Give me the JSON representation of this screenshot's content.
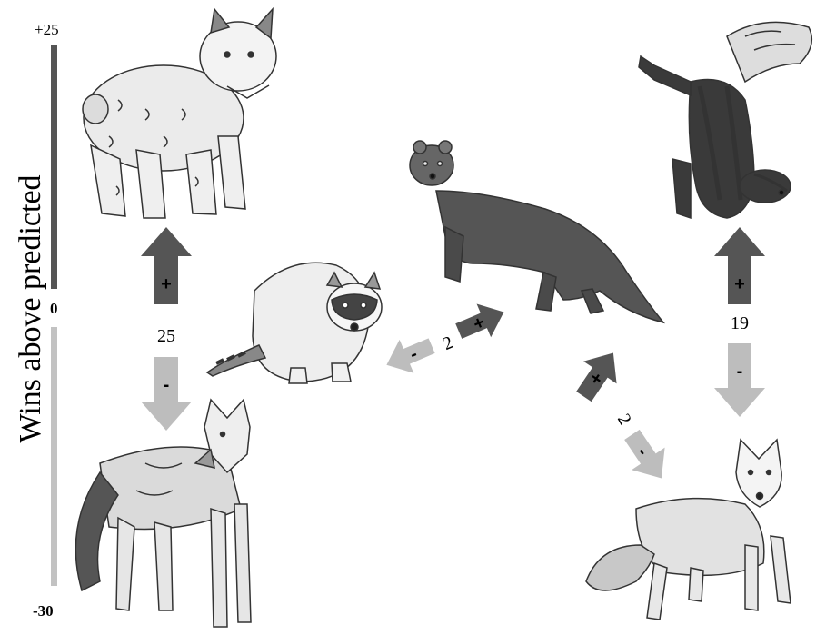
{
  "scale": {
    "axis_label": "Wins above predicted",
    "top_label": "+25",
    "mid_label": "0",
    "bottom_label": "-30",
    "colors": {
      "positive_bar": "#555555",
      "negative_bar": "#c2c2c2"
    }
  },
  "arrows": {
    "positive_color": "#555555",
    "negative_color": "#bdbdbd",
    "positive_symbol": "+",
    "negative_symbol": "-"
  },
  "interactions": {
    "bobcat_coyote": {
      "count": "25"
    },
    "fisher_raccoon": {
      "count": "2"
    },
    "fisher_grayfox": {
      "count": "2"
    },
    "skunk_grayfox": {
      "count": "19"
    }
  },
  "animals": [
    {
      "icon": "bobcat-icon"
    },
    {
      "icon": "coyote-icon"
    },
    {
      "icon": "raccoon-icon"
    },
    {
      "icon": "fisher-icon"
    },
    {
      "icon": "skunk-icon"
    },
    {
      "icon": "gray-fox-icon"
    }
  ]
}
